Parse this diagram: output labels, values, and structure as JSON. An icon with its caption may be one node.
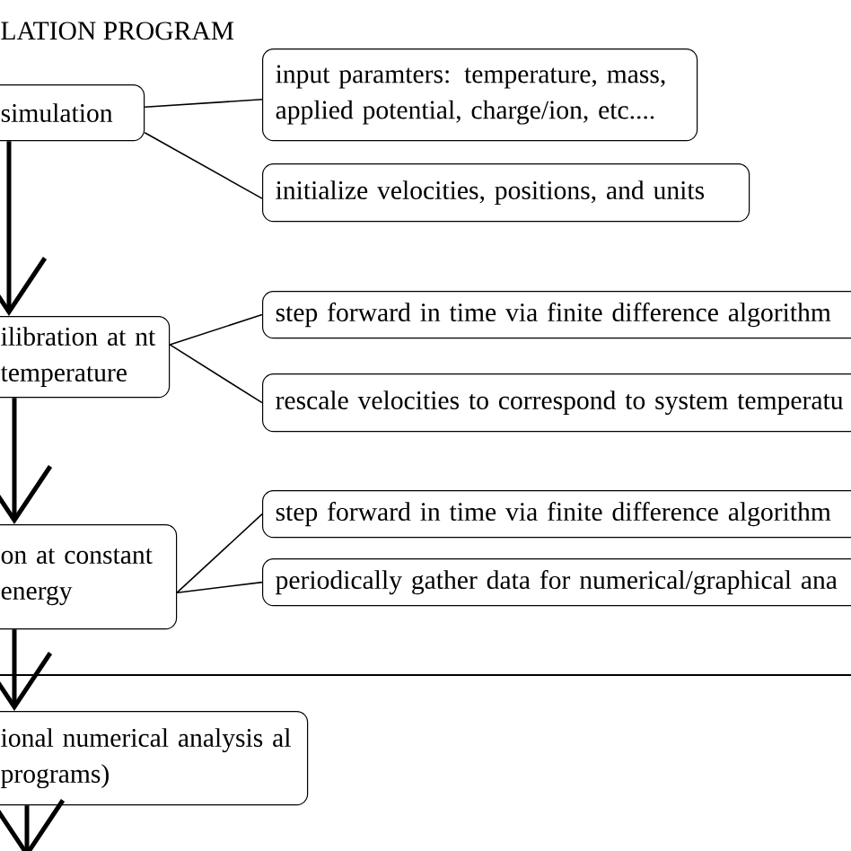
{
  "diagram": {
    "title": "LATION PROGRAM",
    "nodes": [
      {
        "text": [
          "simulation"
        ]
      },
      {
        "text": [
          "input paramters: temperature, mass, applied potential, charge/ion, etc...."
        ]
      },
      {
        "text": [
          "initialize velocities, positions, and units"
        ]
      },
      {
        "text": [
          "ilibration at nt temperature"
        ]
      },
      {
        "text": [
          "step forward in time via finite difference algorithm"
        ]
      },
      {
        "text": [
          "rescale velocities to correspond to system temperatu"
        ]
      },
      {
        "text": [
          "on at constant energy"
        ]
      },
      {
        "text": [
          "step forward in time via finite difference algorithm"
        ]
      },
      {
        "text": [
          "periodically gather data for numerical/graphical ana"
        ]
      },
      {
        "text": [
          "ional numerical analysis al programs)"
        ]
      }
    ],
    "edges": [
      {
        "from": 0,
        "to": 1,
        "arrow": "none"
      },
      {
        "from": 0,
        "to": 2,
        "arrow": "none"
      },
      {
        "from": 0,
        "to": 3,
        "arrow": "to",
        "style": "thick"
      },
      {
        "from": 3,
        "to": 4,
        "arrow": "none"
      },
      {
        "from": 3,
        "to": 5,
        "arrow": "none"
      },
      {
        "from": 3,
        "to": 6,
        "arrow": "to",
        "style": "thick"
      },
      {
        "from": 6,
        "to": 7,
        "arrow": "none"
      },
      {
        "from": 6,
        "to": 8,
        "arrow": "none"
      },
      {
        "from": 6,
        "to": 9,
        "arrow": "to",
        "style": "thick"
      },
      {
        "from": 9,
        "to": null,
        "arrow": "to",
        "style": "thick"
      }
    ]
  }
}
